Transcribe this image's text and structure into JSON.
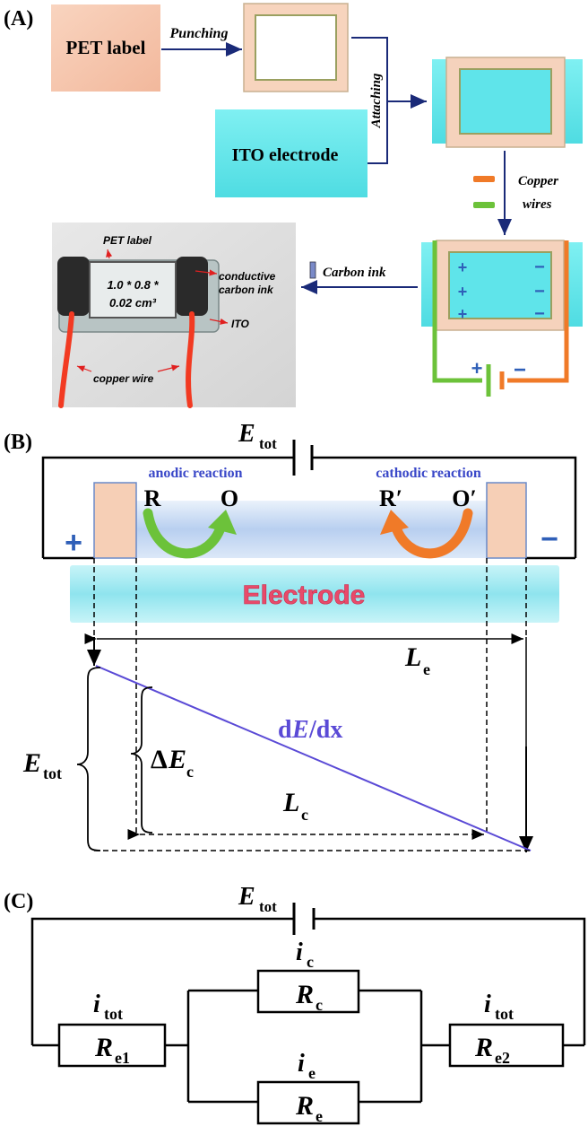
{
  "panel_a": {
    "label": "(A)",
    "pet_label": "PET label",
    "punching": "Punching",
    "attaching": "Attaching",
    "ito_electrode": "ITO electrode",
    "copper_wires_1": "Copper",
    "copper_wires_2": "wires",
    "carbon_ink": "Carbon ink",
    "plus": "+",
    "minus": "−",
    "photo": {
      "pet_label": "PET label",
      "conductive_1": "conductive",
      "conductive_2": "carbon ink",
      "ito": "ITO",
      "copper_wire": "copper wire",
      "dim_1": "1.0 * 0.8 *",
      "dim_2": "0.02 cm³"
    }
  },
  "panel_b": {
    "label": "(B)",
    "e_tot": "E",
    "e_tot_sub": "tot",
    "anodic": "anodic reaction",
    "cathodic": "cathodic reaction",
    "r": "R",
    "o": "O",
    "r_prime": "R′",
    "o_prime": "O′",
    "plus": "+",
    "minus": "−",
    "electrode": "Electrode",
    "l_e": "L",
    "l_e_sub": "e",
    "de_dx_1": "d",
    "de_dx_2": "E",
    "de_dx_3": "/dx",
    "delta": "Δ",
    "delta_e": "E",
    "delta_sub": "c",
    "l_c": "L",
    "l_c_sub": "c",
    "e_tot_left": "E",
    "e_tot_left_sub": "tot"
  },
  "panel_c": {
    "label": "(C)",
    "e_tot": "E",
    "e_tot_sub": "tot",
    "i_c": "i",
    "i_c_sub": "c",
    "r_c": "R",
    "r_c_sub": "c",
    "i_tot_left": "i",
    "i_tot_left_sub": "tot",
    "r_e1": "R",
    "r_e1_sub": "e1",
    "i_tot_right": "i",
    "i_tot_right_sub": "tot",
    "r_e2": "R",
    "r_e2_sub": "e2",
    "i_e": "i",
    "i_e_sub": "e",
    "r_e": "R",
    "r_e_sub": "e"
  },
  "colors": {
    "navy": "#1a2a78",
    "pet": "#f6c8b0",
    "ito": "#66e6ea",
    "blue_text": "#3a48c8",
    "green": "#6cc23a",
    "orange": "#f07a28",
    "electrode_text": "#e84a6a",
    "line_purple": "#5a4ad6"
  }
}
